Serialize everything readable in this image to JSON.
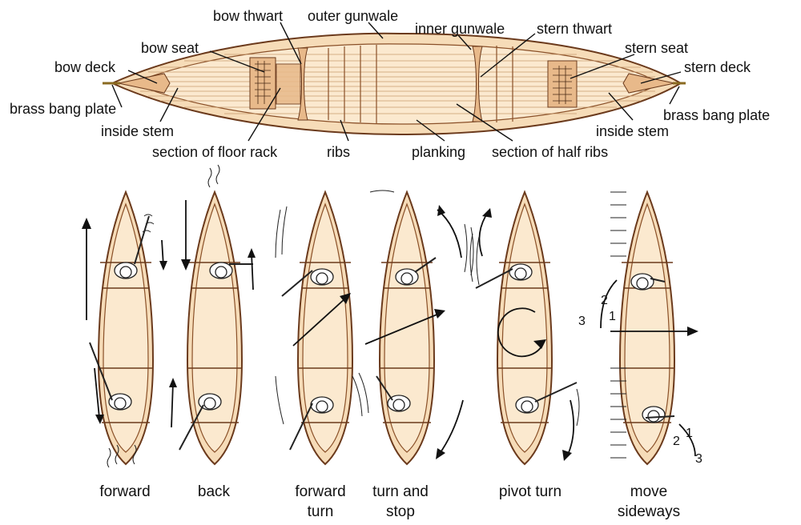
{
  "parts": {
    "bow_thwart": "bow thwart",
    "outer_gunwale": "outer gunwale",
    "inner_gunwale": "inner gunwale",
    "stern_thwart": "stern thwart",
    "bow_seat": "bow seat",
    "stern_seat": "stern seat",
    "bow_deck": "bow deck",
    "stern_deck": "stern deck",
    "brass_bang_plate_left": "brass bang plate",
    "brass_bang_plate_right": "brass bang plate",
    "inside_stem_left": "inside stem",
    "inside_stem_right": "inside stem",
    "floor_rack": "section of floor rack",
    "ribs": "ribs",
    "planking": "planking",
    "half_ribs": "section of half ribs"
  },
  "strokes": {
    "forward": [
      "forward"
    ],
    "back": [
      "back"
    ],
    "forward_turn": [
      "forward",
      "turn"
    ],
    "turn_and_stop": [
      "turn and",
      "stop"
    ],
    "pivot_turn": [
      "pivot turn"
    ],
    "move_sideways": [
      "move",
      "sideways"
    ]
  },
  "sequence_numbers": {
    "bow": [
      "2",
      "1",
      "3"
    ],
    "stern": [
      "1",
      "2",
      "3"
    ]
  },
  "colors": {
    "hull_fill": "#f6dcb8",
    "wood": "#e8b98a",
    "outline": "#6b3a1c"
  }
}
